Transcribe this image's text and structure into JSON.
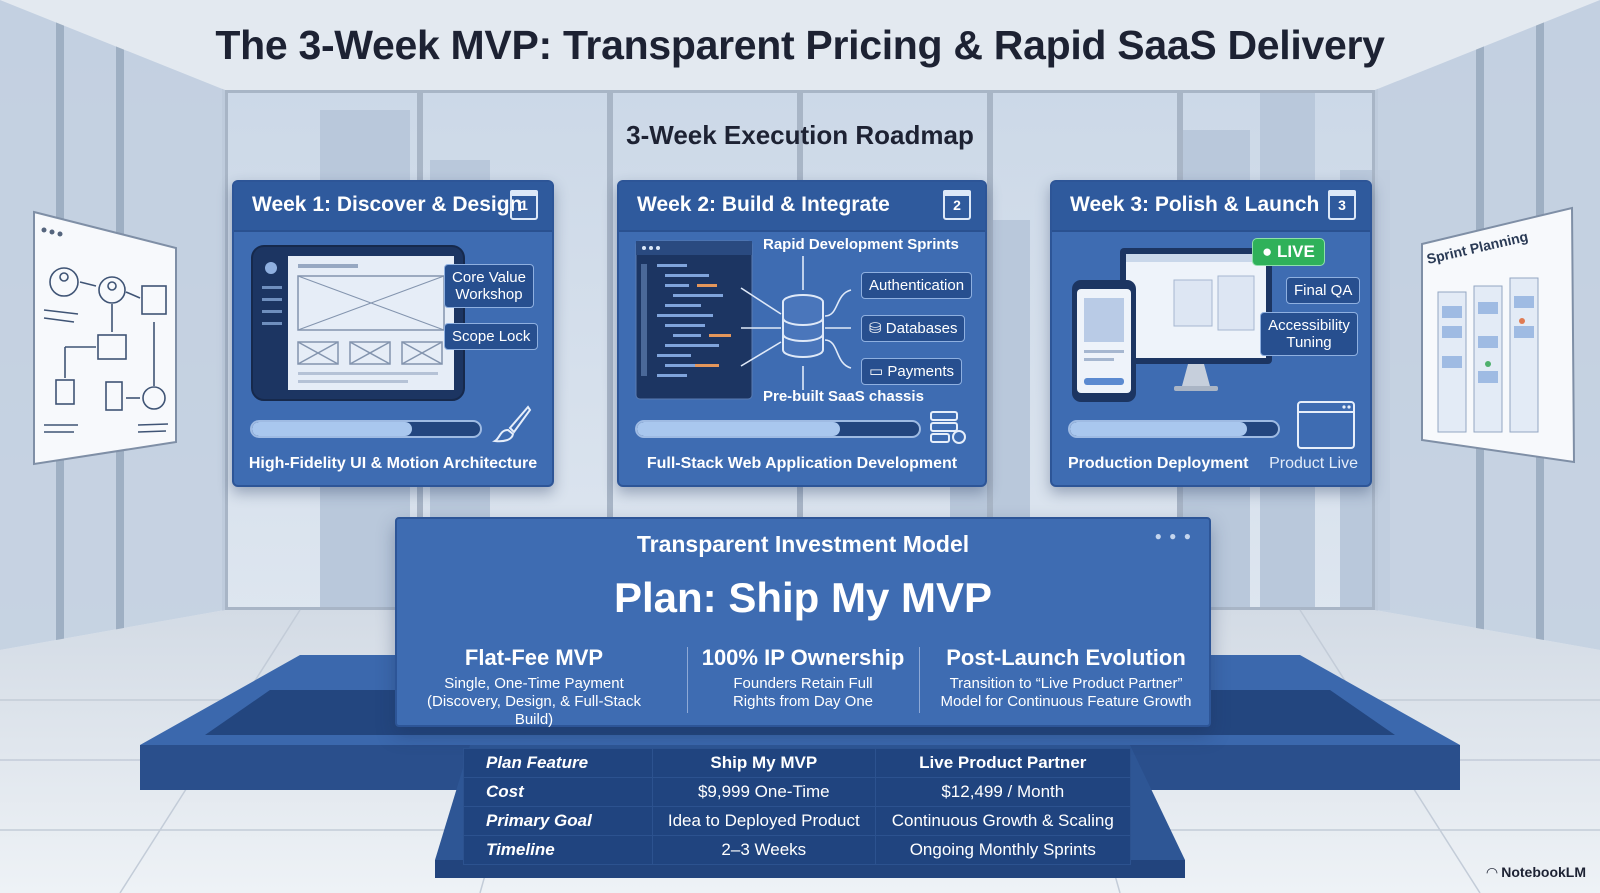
{
  "title": "The 3-Week MVP: Transparent Pricing & Rapid SaaS Delivery",
  "roadmap": {
    "title": "3-Week Execution Roadmap",
    "weeks": [
      {
        "title": "Week 1: Discover & Design",
        "number": "1",
        "chips": [
          "Core Value Workshop",
          "Scope Lock"
        ],
        "progress": 0.7,
        "footer": "High-Fidelity UI & Motion Architecture",
        "icon": "paintbrush-icon"
      },
      {
        "title": "Week 2: Build & Integrate",
        "number": "2",
        "top_label": "Rapid Development Sprints",
        "chips": [
          "Authentication",
          "Databases",
          "Payments"
        ],
        "bottom_label": "Pre-built SaaS chassis",
        "progress": 0.72,
        "footer": "Full-Stack Web Application Development",
        "icon": "server-gear-icon"
      },
      {
        "title": "Week 3: Polish & Launch",
        "number": "3",
        "live_badge": "LIVE",
        "chips": [
          "Final QA",
          "Accessibility Tuning"
        ],
        "progress": 0.85,
        "footer_left": "Production Deployment",
        "footer_right": "Product Live",
        "icon": "browser-window-icon"
      }
    ]
  },
  "side_boards": {
    "right_title": "Sprint Planning"
  },
  "investment": {
    "label": "Transparent Investment Model",
    "plan": "Plan: Ship My MVP",
    "columns": [
      {
        "title": "Flat-Fee MVP",
        "desc_1": "Single, One-Time Payment",
        "desc_2": "(Discovery, Design, & Full-Stack Build)"
      },
      {
        "title": "100% IP Ownership",
        "desc_1": "Founders Retain Full",
        "desc_2": "Rights from Day One"
      },
      {
        "title": "Post-Launch Evolution",
        "desc_1": "Transition to “Live Product Partner”",
        "desc_2": "Model for Continuous Feature Growth"
      }
    ]
  },
  "table": {
    "headers": [
      "Plan Feature",
      "Ship My MVP",
      "Live Product Partner"
    ],
    "rows": [
      [
        "Cost",
        "$9,999 One-Time",
        "$12,499 / Month"
      ],
      [
        "Primary Goal",
        "Idea to Deployed Product",
        "Continuous Growth & Scaling"
      ],
      [
        "Timeline",
        "2–3 Weeks",
        "Ongoing Monthly Sprints"
      ]
    ]
  },
  "brand": "NotebookLM",
  "colors": {
    "card": "#3e6cb2",
    "card_header": "#2f5a9d",
    "live_green": "#2fb15a",
    "title_text": "#1d2233"
  }
}
